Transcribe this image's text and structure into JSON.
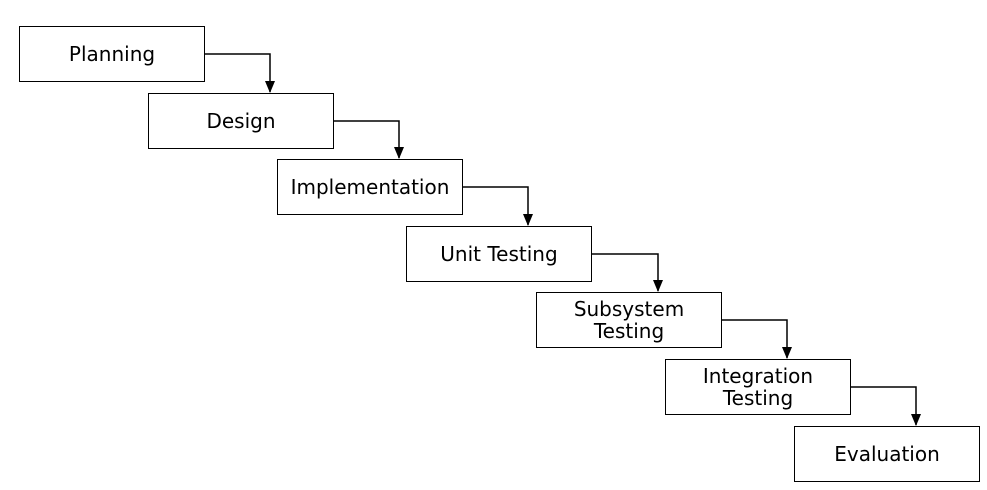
{
  "diagram": {
    "stages": [
      {
        "label": "Planning"
      },
      {
        "label": "Design"
      },
      {
        "label": "Implementation"
      },
      {
        "label": "Unit Testing"
      },
      {
        "label": "Subsystem\nTesting"
      },
      {
        "label": "Integration\nTesting"
      },
      {
        "label": "Evaluation"
      }
    ]
  }
}
